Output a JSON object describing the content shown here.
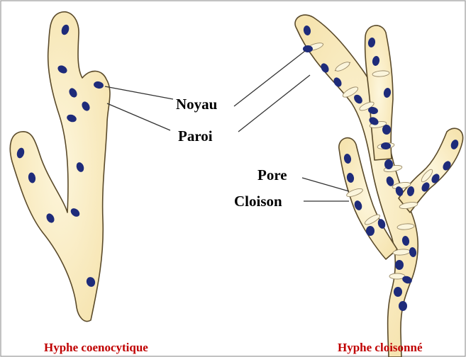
{
  "colors": {
    "cytoplasm": "#fbefc5",
    "nucleus": "#1e2b7a",
    "caption": "#c00000",
    "label": "#000000",
    "frame": "#9a9a9a"
  },
  "labels": {
    "nucleus": "Noyau",
    "wall": "Paroi",
    "pore": "Pore",
    "septum": "Cloison"
  },
  "captions": {
    "left": "Hyphe coenocytique",
    "right": "Hyphe cloisonné"
  }
}
